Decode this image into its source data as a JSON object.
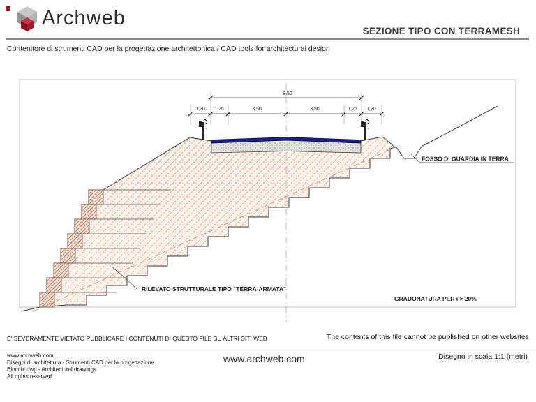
{
  "header": {
    "brand": "Archweb",
    "title": "SEZIONE TIPO CON TERRAMESH",
    "tagline": "Contenitore di strumenti CAD per la progettazione architettonica  /  CAD tools for architectural design"
  },
  "drawing": {
    "dim_total": "8,50",
    "dim_segments": [
      "1,20",
      "1,25",
      "3,50",
      "3,50",
      "1,25",
      "1,20"
    ],
    "label_fosso": "FOSSO DI GUARDIA IN TERRA",
    "label_rilevato": "RILEVATO STRUTTURALE TIPO \"TERRA-ARMATA\"",
    "label_gradonatura": "GRADONATURA PER i > 20%",
    "colors": {
      "embankment_hatch": "#eda98c",
      "terramesh_hatch": "#b97a5e",
      "pavement_blue": "#1c1c8a",
      "subbase_gray": "#e3e3e1",
      "outline": "#3a3a3a",
      "logo_red": "#9b1b2a",
      "logo_gray": "#b4b4b4"
    }
  },
  "footer": {
    "disclaimer_it": "E' SEVERAMENTE VIETATO PUBBLICARE I CONTENUTI DI QUESTO FILE SU ALTRI SITI WEB",
    "disclaimer_en": "The contents of this file cannot be published on other websites",
    "site_lines": [
      "www.archweb.com",
      "Disegni di architettura - Strumenti CAD  per la progettazione",
      "Blocchi dwg - Architectural drawings",
      "All rights reserved"
    ],
    "site_center": "www.archweb.com",
    "scale_note": "Disegno in scala 1:1 (metri)"
  }
}
